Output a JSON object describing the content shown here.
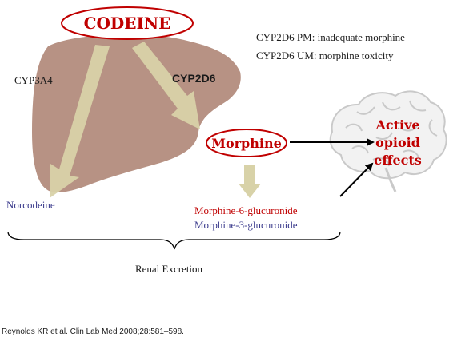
{
  "drug": "CODEINE",
  "enzymes": {
    "left": "CYP3A4",
    "right": "CYP2D6"
  },
  "notes": {
    "pm": "CYP2D6 PM: inadequate morphine",
    "um": "CYP2D6 UM: morphine toxicity"
  },
  "metabolites": {
    "active": "Morphine",
    "inactive": "Norcodeine",
    "glucuronide_6": "Morphine-6-glucuronide",
    "glucuronide_3": "Morphine-3-glucuronide"
  },
  "effect": {
    "line1": "Active",
    "line2": "opioid",
    "line3": "effects"
  },
  "excretion": "Renal Excretion",
  "citation": "Reynolds KR et al. Clin Lab Med 2008;28:581–598.",
  "colors": {
    "liver": "#b79284",
    "arrow_fill": "#d8d2a8",
    "red": "#c00000",
    "blue": "#3f3f8f",
    "text": "#1a1a1a"
  }
}
